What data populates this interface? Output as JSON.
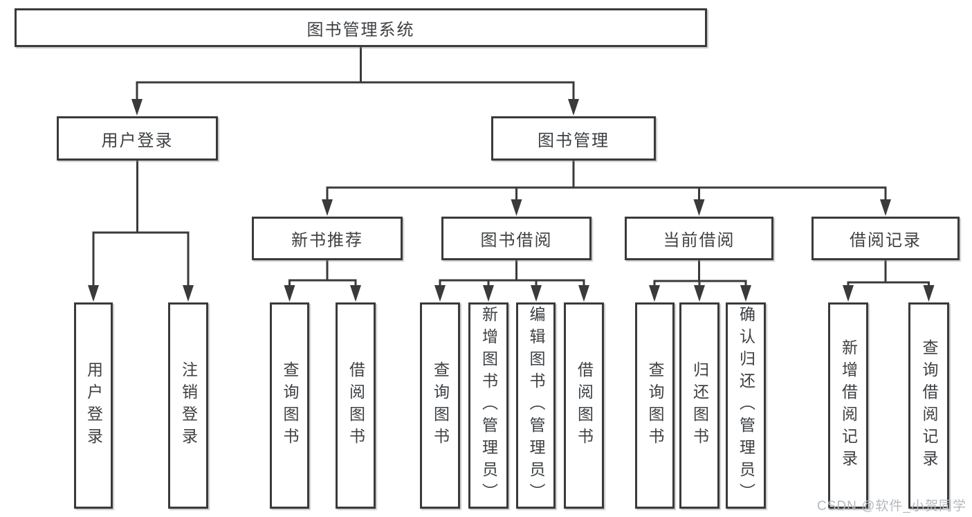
{
  "diagram_title": "图书管理系统",
  "nodes": {
    "root": {
      "label": "图书管理系统"
    },
    "user_login": {
      "label": "用户登录"
    },
    "book_mgmt": {
      "label": "图书管理"
    },
    "new_book_rec": {
      "label": "新书推荐"
    },
    "book_borrow": {
      "label": "图书借阅"
    },
    "current_borrow": {
      "label": "当前借阅"
    },
    "borrow_records": {
      "label": "借阅记录"
    },
    "leaf_user_login": {
      "label": "用户登录"
    },
    "leaf_logout": {
      "label": "注销登录"
    },
    "leaf_nbr_query": {
      "label": "查询图书"
    },
    "leaf_nbr_borrow": {
      "label": "借阅图书"
    },
    "leaf_bb_query": {
      "label": "查询图书"
    },
    "leaf_bb_add": {
      "label": "新增图书（管理员）"
    },
    "leaf_bb_edit": {
      "label": "编辑图书（管理员）"
    },
    "leaf_bb_borrow": {
      "label": "借阅图书"
    },
    "leaf_cb_query": {
      "label": "查询图书"
    },
    "leaf_cb_return": {
      "label": "归还图书"
    },
    "leaf_cb_confirm": {
      "label": "确认归还（管理员）"
    },
    "leaf_br_add": {
      "label": "新增借阅记录"
    },
    "leaf_br_query": {
      "label": "查询借阅记录"
    }
  },
  "watermark": "CSDN @软件_小贺同学",
  "colors": {
    "line": "#3a3a3a",
    "text": "#3d4043",
    "box_background": "#ffffff",
    "watermark": "#b4b9bf"
  }
}
